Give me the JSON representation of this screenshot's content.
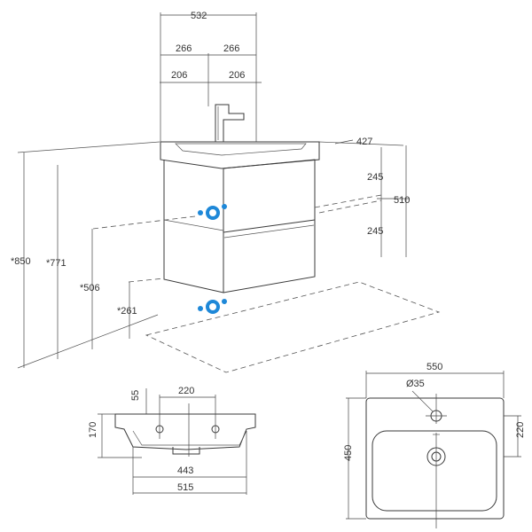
{
  "colors": {
    "line": "#3a3a3a",
    "accent_connection": "#1e88d8",
    "background": "#ffffff"
  },
  "front_view": {
    "width_total": "532",
    "half_left": "266",
    "half_right": "266",
    "offset_left": "206",
    "offset_right": "206",
    "depth": "427",
    "cabinet_height": "510",
    "drawer_top": "245",
    "drawer_bottom": "245",
    "height_850": "*850",
    "height_771": "*771",
    "height_506": "*506",
    "height_261": "*261"
  },
  "side_section": {
    "hole_spacing": "220",
    "hole_offset": "55",
    "height": "170",
    "inner_width": "443",
    "outer_width": "515"
  },
  "top_view": {
    "width": "550",
    "tap_hole": "Ø35",
    "tap_to_drain": "220",
    "depth": "450"
  }
}
